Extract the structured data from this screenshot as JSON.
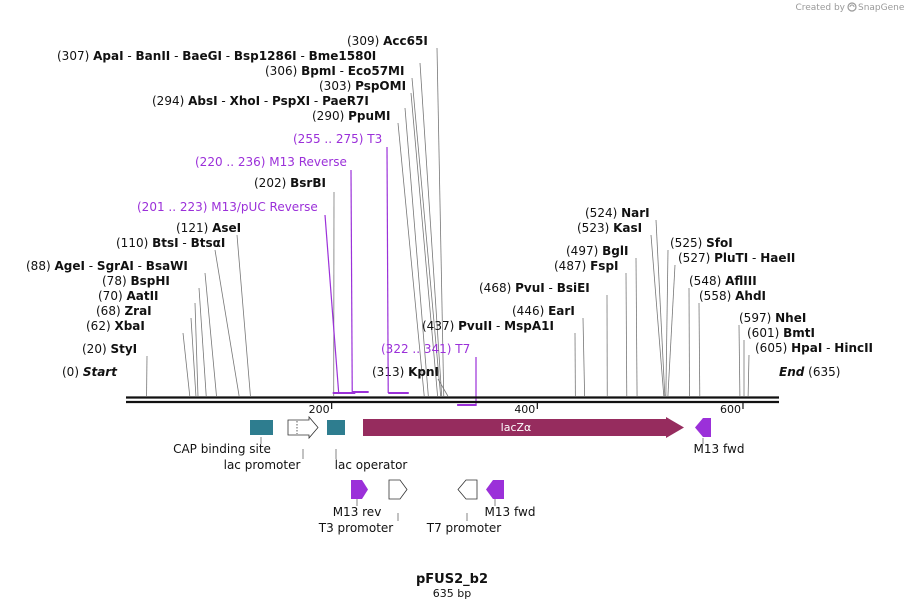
{
  "header": {
    "credit_prefix": "Created by",
    "credit_brand": "SnapGene"
  },
  "map": {
    "name": "pFUS2_b2",
    "length_label": "635 bp"
  },
  "ruler_ticks": [
    {
      "bp": 200,
      "label": "200"
    },
    {
      "bp": 400,
      "label": "400"
    },
    {
      "bp": 600,
      "label": "600"
    }
  ],
  "sites": [
    {
      "bp": 0,
      "pos": "(0)",
      "names": [
        "Start"
      ],
      "italic": true
    },
    {
      "bp": 20,
      "pos": "(20)",
      "names": [
        "StyI"
      ]
    },
    {
      "bp": 62,
      "pos": "(62)",
      "names": [
        "XbaI"
      ]
    },
    {
      "bp": 68,
      "pos": "(68)",
      "names": [
        "ZraI"
      ]
    },
    {
      "bp": 70,
      "pos": "(70)",
      "names": [
        "AatII"
      ]
    },
    {
      "bp": 78,
      "pos": "(78)",
      "names": [
        "BspHI"
      ]
    },
    {
      "bp": 88,
      "pos": "(88)",
      "names": [
        "AgeI",
        "SgrAI",
        "BsaWI"
      ]
    },
    {
      "bp": 110,
      "pos": "(110)",
      "names": [
        "BtsI",
        "BtsαI"
      ]
    },
    {
      "bp": 121,
      "pos": "(121)",
      "names": [
        "AseI"
      ]
    },
    {
      "bp": 202,
      "pos": "(202)",
      "names": [
        "BsrBI"
      ]
    },
    {
      "bp": 290,
      "pos": "(290)",
      "names": [
        "PpuMI"
      ]
    },
    {
      "bp": 294,
      "pos": "(294)",
      "names": [
        "AbsI",
        "XhoI",
        "PspXI",
        "PaeR7I"
      ]
    },
    {
      "bp": 303,
      "pos": "(303)",
      "names": [
        "PspOMI"
      ]
    },
    {
      "bp": 306,
      "pos": "(306)",
      "names": [
        "BpmI",
        "Eco57MI"
      ]
    },
    {
      "bp": 307,
      "pos": "(307)",
      "names": [
        "ApaI",
        "BanII",
        "BaeGI",
        "Bsp1286I",
        "Bme1580I"
      ]
    },
    {
      "bp": 309,
      "pos": "(309)",
      "names": [
        "Acc65I"
      ]
    },
    {
      "bp": 313,
      "pos": "(313)",
      "names": [
        "KpnI"
      ]
    },
    {
      "bp": 437,
      "pos": "(437)",
      "names": [
        "PvuII",
        "MspA1I"
      ]
    },
    {
      "bp": 446,
      "pos": "(446)",
      "names": [
        "EarI"
      ]
    },
    {
      "bp": 468,
      "pos": "(468)",
      "names": [
        "PvuI",
        "BsiEI"
      ]
    },
    {
      "bp": 487,
      "pos": "(487)",
      "names": [
        "FspI"
      ]
    },
    {
      "bp": 497,
      "pos": "(497)",
      "names": [
        "BglI"
      ]
    },
    {
      "bp": 523,
      "pos": "(523)",
      "names": [
        "KasI"
      ]
    },
    {
      "bp": 524,
      "pos": "(524)",
      "names": [
        "NarI"
      ]
    },
    {
      "bp": 525,
      "pos": "(525)",
      "names": [
        "SfoI"
      ]
    },
    {
      "bp": 527,
      "pos": "(527)",
      "names": [
        "PluTI",
        "HaeII"
      ]
    },
    {
      "bp": 548,
      "pos": "(548)",
      "names": [
        "AflIII"
      ]
    },
    {
      "bp": 558,
      "pos": "(558)",
      "names": [
        "AhdI"
      ]
    },
    {
      "bp": 597,
      "pos": "(597)",
      "names": [
        "NheI"
      ]
    },
    {
      "bp": 601,
      "pos": "(601)",
      "names": [
        "BmtI"
      ]
    },
    {
      "bp": 605,
      "pos": "(605)",
      "names": [
        "HpaI",
        "HincII"
      ]
    },
    {
      "bp": 635,
      "pos": "(635)",
      "names": [
        "End"
      ],
      "italic": true
    }
  ],
  "primer_sites": [
    {
      "range": "(201 .. 223)",
      "name": "M13/pUC Reverse",
      "start": 201,
      "end": 223
    },
    {
      "range": "(220 .. 236)",
      "name": "M13 Reverse",
      "start": 220,
      "end": 236
    },
    {
      "range": "(255 .. 275)",
      "name": "T3",
      "start": 255,
      "end": 275
    },
    {
      "range": "(322 .. 341)",
      "name": "T7",
      "start": 322,
      "end": 341
    }
  ],
  "features": [
    {
      "id": "cap",
      "label": "CAP binding site"
    },
    {
      "id": "lacprom",
      "label": "lac promoter"
    },
    {
      "id": "lacop",
      "label": "lac operator"
    },
    {
      "id": "lacz",
      "label": "lacZα"
    },
    {
      "id": "m13fwd_top",
      "label": "M13 fwd"
    },
    {
      "id": "m13rev",
      "label": "M13 rev"
    },
    {
      "id": "t3prom",
      "label": "T3 promoter"
    },
    {
      "id": "t7prom",
      "label": "T7 promoter"
    },
    {
      "id": "m13fwd_bot",
      "label": "M13 fwd"
    }
  ],
  "colors": {
    "primer": "#9b30d9",
    "cap_site": "#2e7d8f",
    "lacz": "#962c5e",
    "m13_feature": "#9b30d9",
    "backbone": "#111111"
  }
}
